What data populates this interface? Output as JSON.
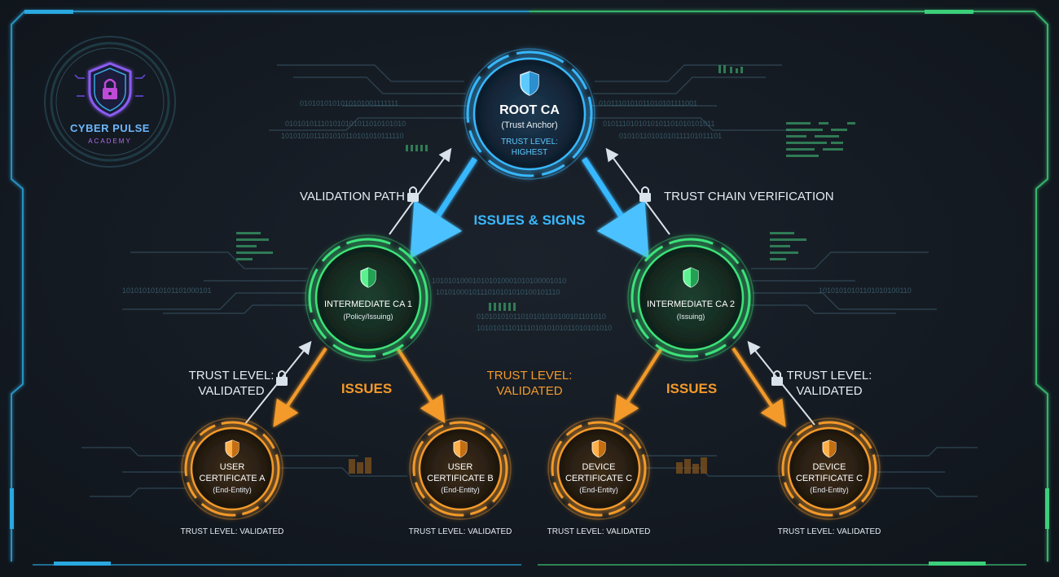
{
  "logo": {
    "line1": "CYBER PULSE",
    "line2": "ACADEMY"
  },
  "colors": {
    "background": "#121820",
    "root_blue": "#39b8ff",
    "intermediate_green": "#3ee37a",
    "leaf_orange": "#f39a2a",
    "frame_left": "#2aa8e0",
    "frame_right": "#3ccf7a",
    "label_white": "#e6ecf2"
  },
  "root": {
    "title": "ROOT CA",
    "subtitle": "(Trust Anchor)",
    "trust_line1": "TRUST LEVEL:",
    "trust_line2": "HIGHEST",
    "icon": "shield-icon"
  },
  "intermediates": [
    {
      "title": "INTERMEDIATE CA 1",
      "subtitle": "(Policy/Issuing)",
      "icon": "shield-icon"
    },
    {
      "title": "INTERMEDIATE CA 2",
      "subtitle": "(Issuing)",
      "icon": "shield-icon"
    }
  ],
  "leaves": [
    {
      "line1": "USER",
      "line2": "CERTIFICATE A",
      "line3": "(End-Entity)",
      "trust": "TRUST LEVEL: VALIDATED",
      "icon": "shield-icon"
    },
    {
      "line1": "USER",
      "line2": "CERTIFICATE B",
      "line3": "(End-Entity)",
      "trust": "TRUST LEVEL: VALIDATED",
      "icon": "shield-icon"
    },
    {
      "line1": "DEVICE",
      "line2": "CERTIFICATE C",
      "line3": "(End-Entity)",
      "trust": "TRUST LEVEL: VALIDATED",
      "icon": "shield-icon"
    },
    {
      "line1": "DEVICE",
      "line2": "CERTIFICATE C",
      "line3": "(End-Entity)",
      "trust": "TRUST LEVEL: VALIDATED",
      "icon": "shield-icon"
    }
  ],
  "labels": {
    "validation_path": "VALIDATION PATH",
    "trust_chain_verification": "TRUST CHAIN VERIFICATION",
    "issues_and_signs": "ISSUES & SIGNS",
    "issues_left": "ISSUES",
    "issues_right": "ISSUES",
    "trust_left_1": "TRUST LEVEL:",
    "trust_left_2": "VALIDATED",
    "trust_center_1": "TRUST LEVEL:",
    "trust_center_2": "VALIDATED",
    "trust_right_1": "TRUST LEVEL:",
    "trust_right_2": "VALIDATED"
  },
  "binary": {
    "top_left": "0101010101010101001111111",
    "top_left_2": "010101011101010101011010101010",
    "top_left_3": "1010101011101010110101010111110",
    "top_right": "0101110101011010101111001",
    "top_right_2": "0101110101010101101010101011",
    "top_right_3": "01010110101010111101011101",
    "mid_left": "1010101010101101000101",
    "mid_right": "10101010101101010100110",
    "center_1": "101010100010101010001010100001010",
    "center_2": "1010100010111010101010100101110",
    "center_3": "01010101011010101010100101101010",
    "center_4": "1010101110111101010101011010101010"
  }
}
